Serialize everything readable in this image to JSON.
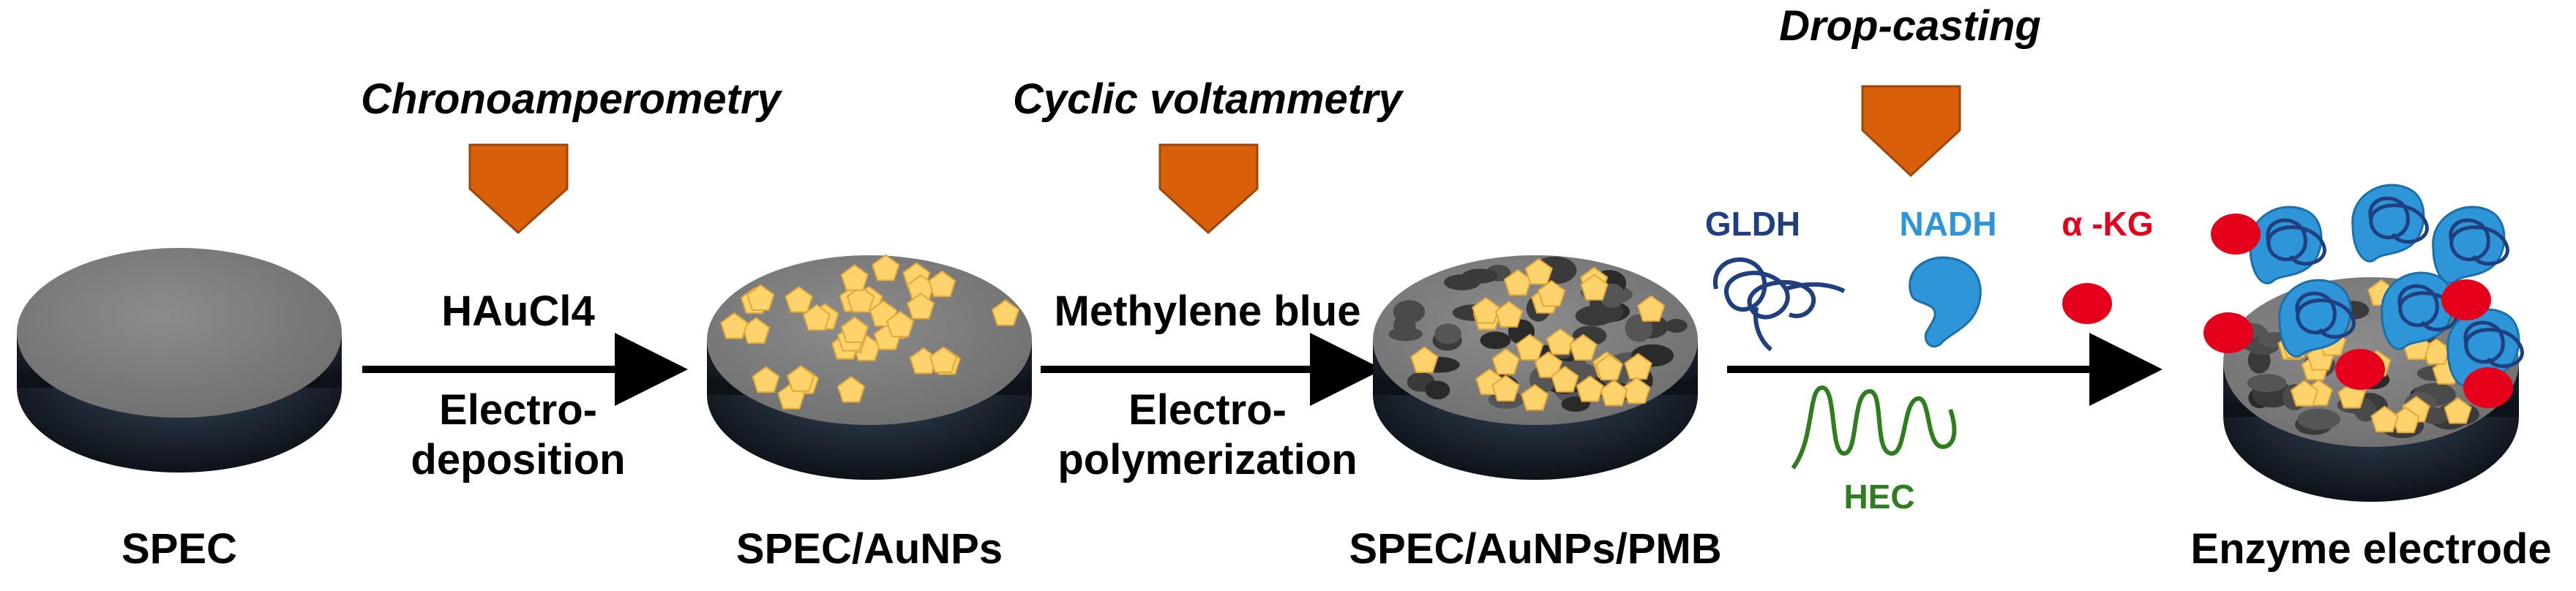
{
  "steps": [
    {
      "method": "Chronoamperometry",
      "above": "HAuCl4",
      "below_line1": "Electro-",
      "below_line2": "deposition"
    },
    {
      "method": "Cyclic voltammetry",
      "above": "Methylene blue",
      "below_line1": "Electro-",
      "below_line2": "polymerization"
    },
    {
      "method": "Drop-casting"
    }
  ],
  "electrodes": [
    "SPEC",
    "SPEC/AuNPs",
    "SPEC/AuNPs/PMB",
    "Enzyme electrode"
  ],
  "reagents": {
    "gldh": "GLDH",
    "nadh": "NADH",
    "akg": "α -KG",
    "hec": "HEC"
  },
  "colors": {
    "funnel": "#d9600b",
    "gold_particle": "#ffd36b",
    "disk_gray": "#7f7f7f",
    "disk_base": "#1c2533",
    "gldh": "#1f3f7f",
    "nadh": "#2e96d8",
    "akg": "#e5001c",
    "hec": "#2e7d1f"
  }
}
